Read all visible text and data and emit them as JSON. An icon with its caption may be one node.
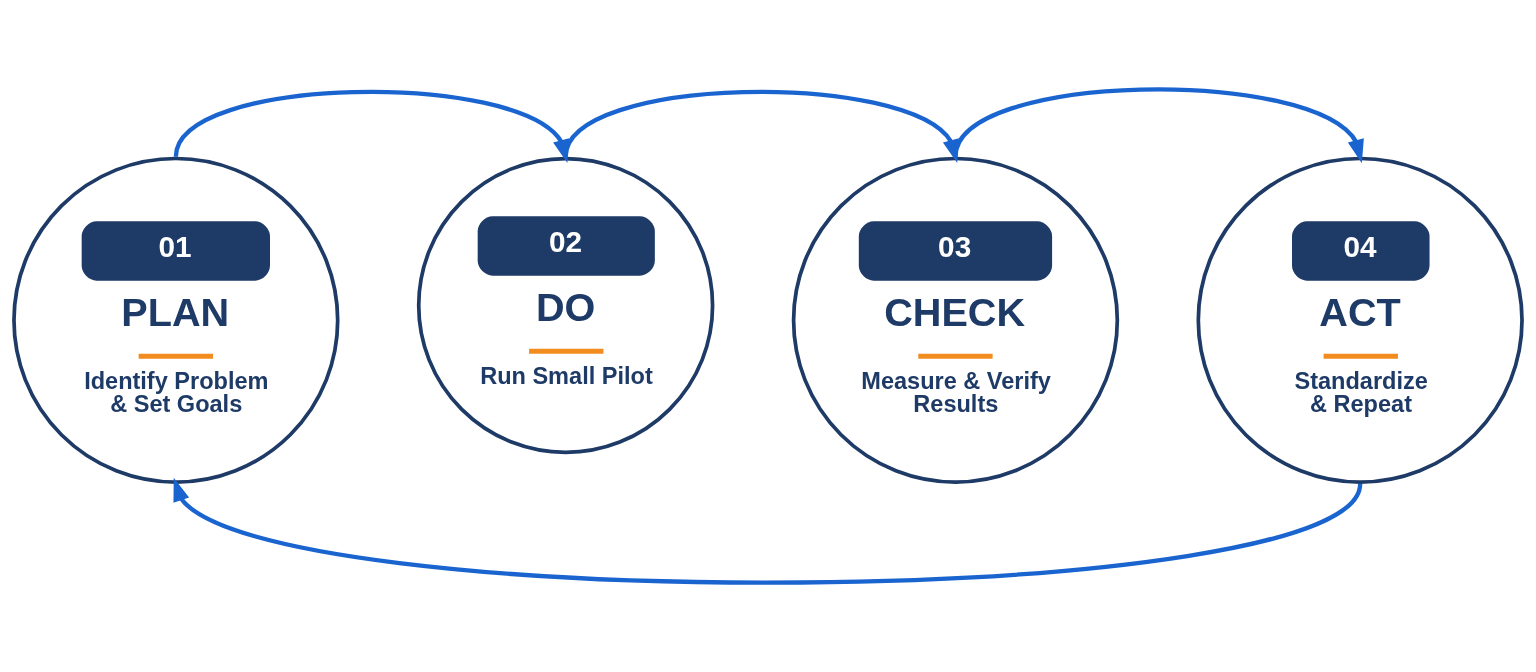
{
  "diagram": {
    "nodes": [
      {
        "text": [
          "01",
          "PLAN",
          "Identify Problem & Set Goals"
        ]
      },
      {
        "text": [
          "02",
          "DO",
          "Run Small Pilot"
        ]
      },
      {
        "text": [
          "03",
          "CHECK",
          "Measure & Verify Results"
        ]
      },
      {
        "text": [
          "04",
          "ACT",
          "Standardize & Repeat"
        ]
      }
    ],
    "edges": [
      {
        "from": 0,
        "to": 1,
        "arrow": "to"
      },
      {
        "from": 1,
        "to": 2,
        "arrow": "to"
      },
      {
        "from": 2,
        "to": 3,
        "arrow": "to"
      },
      {
        "from": 3,
        "to": 0,
        "arrow": "to"
      }
    ]
  }
}
